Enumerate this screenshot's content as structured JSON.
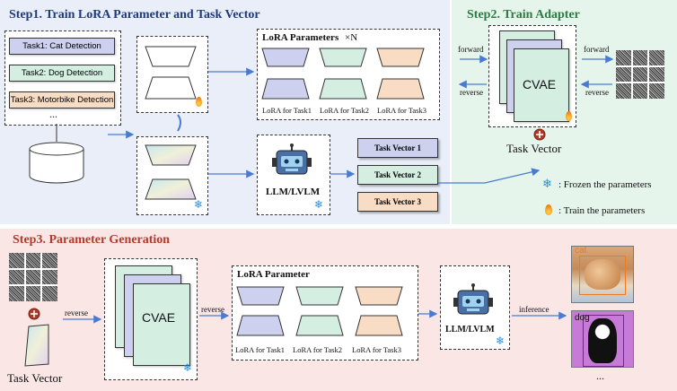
{
  "step1": {
    "title": "Step1. Train LoRA Parameter and Task Vector",
    "tasks": [
      "Task1: Cat Detection",
      "Task2: Dog Detection",
      "Task3: Motorbike Detection"
    ],
    "tasks_more": "...",
    "lora_title": "LoRA Parameters",
    "lora_times": "×N",
    "lora_labels": [
      "LoRA for Task1",
      "LoRA for Task2",
      "LoRA for Task3"
    ],
    "model_label": "LLM/LVLM",
    "task_vectors": [
      "Task Vector 1",
      "Task Vector 2",
      "Task Vector 3"
    ]
  },
  "step2": {
    "title": "Step2. Train Adapter",
    "forward_left": "forward",
    "reverse_left": "reverse",
    "forward_right": "forward",
    "reverse_right": "reverse",
    "cvae": "CVAE",
    "task_vector": "Task Vector",
    "legend_frozen": ": Frozen the parameters",
    "legend_train": ": Train the parameters"
  },
  "step3": {
    "title": "Step3. Parameter Generation",
    "task_vector": "Task Vector",
    "reverse1": "reverse",
    "cvae": "CVAE",
    "reverse2": "reverse",
    "lora_title": "LoRA Parameter",
    "lora_labels": [
      "LoRA for Task1",
      "LoRA for Task2",
      "LoRA for Task3"
    ],
    "model_label": "LLM/LVLM",
    "inference": "inference",
    "cat_label": "cat",
    "dog_label": "dog",
    "more": "..."
  },
  "colors": {
    "step1_bg": "#e9eef8",
    "step2_bg": "#e6f5ec",
    "step3_bg": "#fbe6e6",
    "title_blue": "#1f3b7a",
    "title_green": "#2e7a43",
    "title_red": "#b23a2a",
    "lavender": "#cdd0ee",
    "mint": "#d4efe2",
    "peach": "#f8dcc4",
    "arrow": "#4a7bd0"
  }
}
